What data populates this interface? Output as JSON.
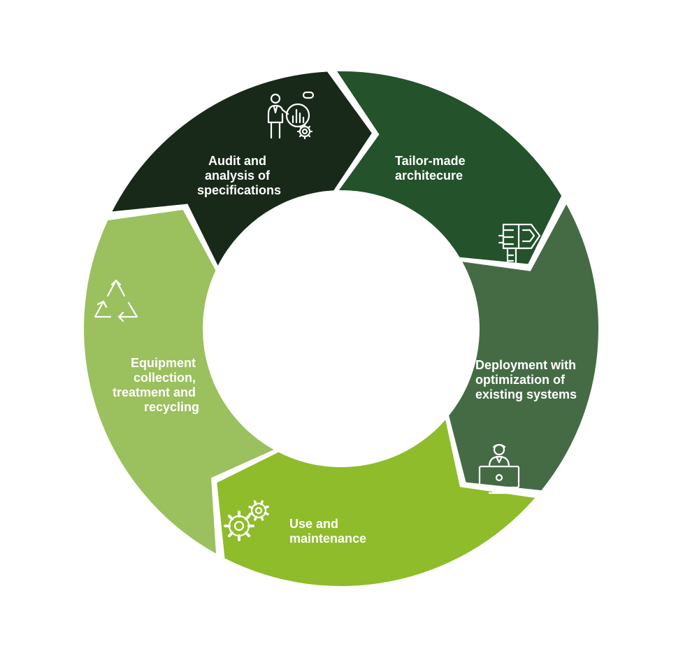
{
  "diagram": {
    "segments": [
      {
        "id": "audit",
        "color": "#18291a",
        "icon": "analyst-chart-icon",
        "lines": [
          "Audit and",
          "analysis of",
          "specifications"
        ]
      },
      {
        "id": "architecture",
        "color": "#23522b",
        "icon": "blueprint-icon",
        "lines": [
          "Tailor-made",
          "architecure"
        ]
      },
      {
        "id": "deployment",
        "color": "#456b45",
        "icon": "person-computer-icon",
        "lines": [
          "Deployment with",
          "optimization of",
          "existing systems"
        ]
      },
      {
        "id": "use",
        "color": "#8fbc2a",
        "icon": "gears-icon",
        "lines": [
          "Use and",
          "maintenance"
        ]
      },
      {
        "id": "recycling",
        "color": "#9bc05e",
        "icon": "recycle-icon",
        "lines": [
          "Equipment",
          "collection,",
          "treatment and",
          "recycling"
        ]
      }
    ]
  }
}
